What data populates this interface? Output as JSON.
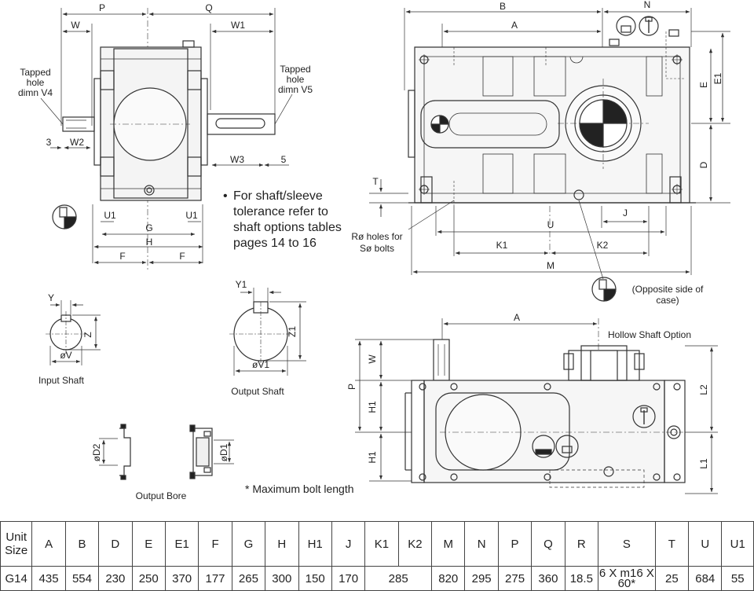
{
  "views": {
    "side": {
      "labels": {
        "P": "P",
        "Q": "Q",
        "W": "W",
        "W1": "W1",
        "W2": "W2",
        "W3": "W3",
        "three": "3",
        "five": "5",
        "U1a": "U1",
        "U1b": "U1",
        "G": "G",
        "H": "H",
        "Fa": "F",
        "Fb": "F"
      },
      "tapped_v4": [
        "Tapped",
        "hole",
        "dimn V4"
      ],
      "tapped_v5": [
        "Tapped",
        "hole",
        "dimn V5"
      ]
    },
    "front": {
      "labels": {
        "B": "B",
        "N": "N",
        "A": "A",
        "E": "E",
        "E1": "E1",
        "D": "D",
        "T": "T",
        "J": "J",
        "U": "U",
        "K1": "K1",
        "K2": "K2",
        "M": "M"
      },
      "holes_note": [
        "Rø holes for",
        "Sø bolts"
      ],
      "opposite_note": [
        "(Opposite side of",
        "case)"
      ]
    },
    "input_shaft": {
      "Y": "Y",
      "Z": "Z",
      "V": "øV",
      "caption": "Input Shaft"
    },
    "output_shaft": {
      "Y1": "Y1",
      "Z1": "Z1",
      "V1": "øV1",
      "caption": "Output Shaft"
    },
    "output_bore": {
      "D2": "øD2",
      "D1": "øD1",
      "caption": "Output Bore"
    },
    "top": {
      "labels": {
        "A": "A",
        "W": "W",
        "P": "P",
        "H1a": "H1",
        "H1b": "H1",
        "L2": "L2",
        "L1": "L1"
      },
      "hollow": "Hollow Shaft Option"
    }
  },
  "notes": {
    "tolerance": [
      "For shaft/sleeve",
      "tolerance refer to",
      "shaft options tables",
      "pages 14 to 16"
    ],
    "bolt": "* Maximum bolt length"
  },
  "table": {
    "headers": [
      "Unit Size",
      "A",
      "B",
      "D",
      "E",
      "E1",
      "F",
      "G",
      "H",
      "H1",
      "J",
      "K1",
      "K2",
      "M",
      "N",
      "P",
      "Q",
      "R",
      "S",
      "T",
      "U",
      "U1"
    ],
    "row": [
      "G14",
      "435",
      "554",
      "230",
      "250",
      "370",
      "177",
      "265",
      "300",
      "150",
      "170",
      "285",
      "820",
      "295",
      "275",
      "360",
      "18.5",
      "6 X m16 X 60*",
      "25",
      "684",
      "55"
    ]
  }
}
